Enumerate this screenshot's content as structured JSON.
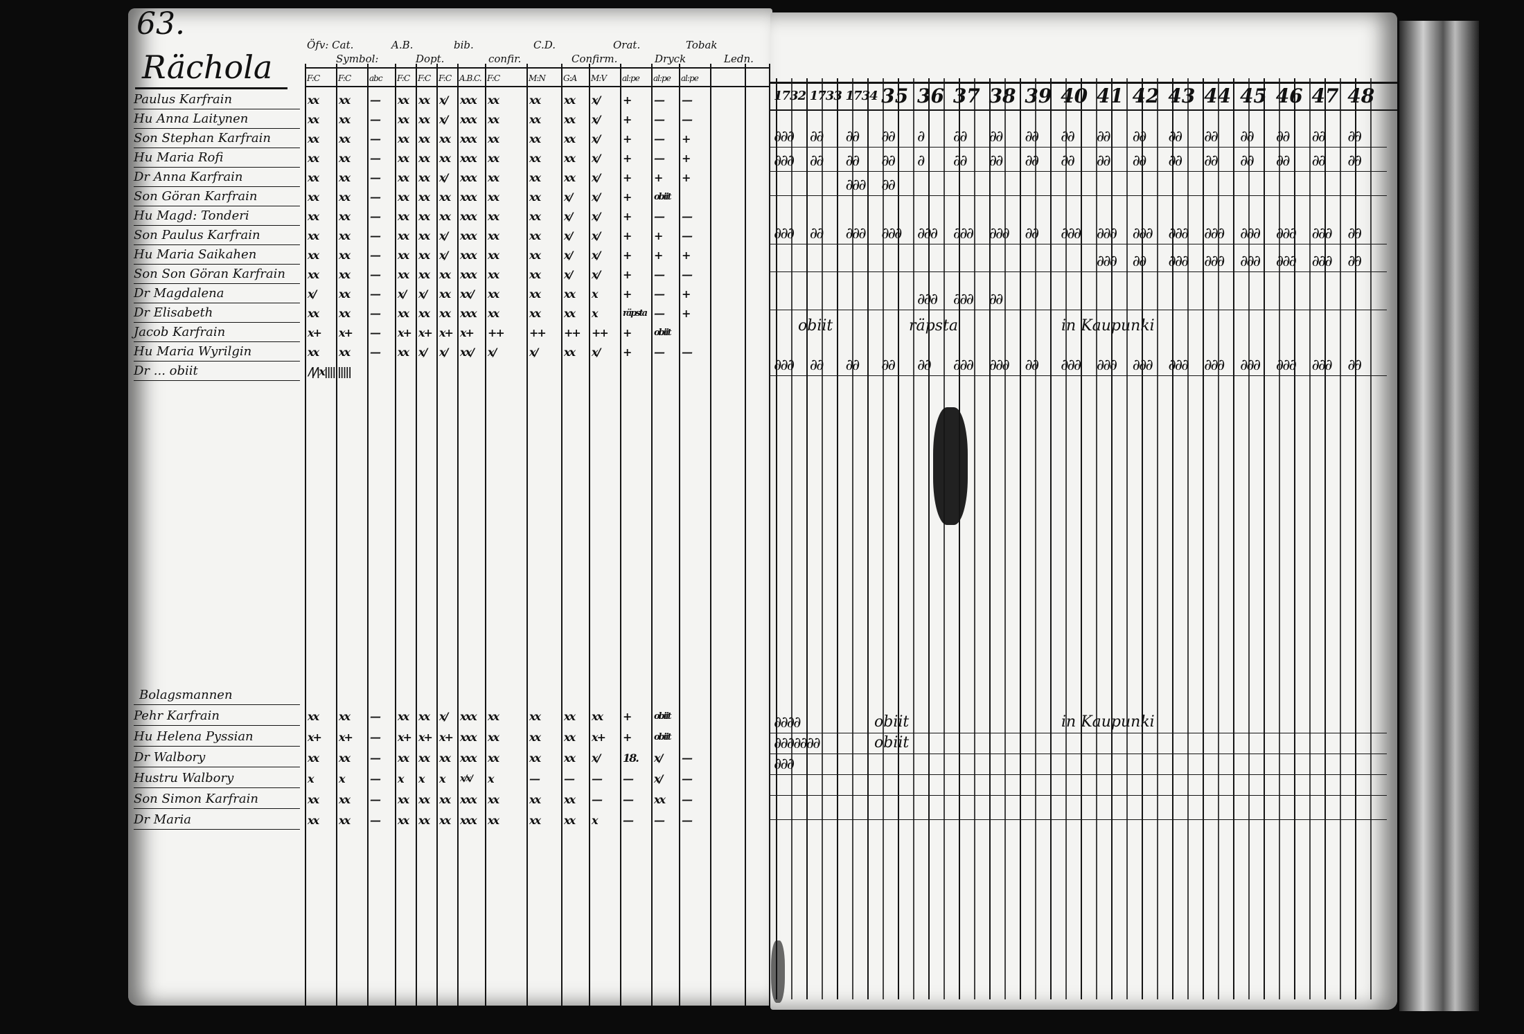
{
  "page_number": "63.",
  "village": "Rächola",
  "left_page": {
    "column_headers": [
      "Öfv: Cat.",
      "Symbol:",
      "A.B.",
      "Dopt.",
      "bib.",
      "confir.",
      "C.D.",
      "Confirm.",
      "Orat.",
      "Dryck",
      "Tobak",
      "Ledn."
    ],
    "sub_headers": [
      "F:C",
      "F:C",
      "abc",
      "F:C",
      "F:C",
      "F:C",
      "A.B.C.",
      "F:C",
      "M:N",
      "G:A",
      "M:V",
      "al:pe",
      "al:pe",
      "al:pe"
    ],
    "rows": [
      {
        "name": "Paulus Karfrain",
        "marks": "xx|xx|—|xx|xx|x/|xxx|xx|xx|xx|x/|+|—|—"
      },
      {
        "name": "Hu Anna Laitynen",
        "marks": "xx|xx|—|xx|xx|x/|xxx|xx|xx|xx|x/|+|—|—"
      },
      {
        "name": "Son Stephan Karfrain",
        "marks": "xx|xx|—|xx|xx|xx|xxx|xx|xx|xx|x/|+|—|+"
      },
      {
        "name": "Hu Maria Rofi",
        "marks": "xx|xx|—|xx|xx|xx|xxx|xx|xx|xx|x/|+|—|+"
      },
      {
        "name": "Dr Anna Karfrain",
        "marks": "xx|xx|—|xx|xx|x/|xxx|xx|xx|xx|x/|+|+|+"
      },
      {
        "name": "Son Göran Karfrain",
        "marks": "xx|xx|—|xx|xx|xx|xxx|xx|xx|x/|x/|+|obiit|"
      },
      {
        "name": "Hu Magd: Tonderi",
        "marks": "xx|xx|—|xx|xx|xx|xxx|xx|xx|x/|x/|+|—|—"
      },
      {
        "name": "Son Paulus Karfrain",
        "marks": "xx|xx|—|xx|xx|x/|xxx|xx|xx|x/|x/|+|+|—"
      },
      {
        "name": "Hu Maria Saikahen",
        "marks": "xx|xx|—|xx|xx|x/|xxx|xx|xx|x/|x/|+|+|+"
      },
      {
        "name": "Son Son Göran Karfrain",
        "marks": "xx|xx|—|xx|xx|xx|xxx|xx|xx|x/|x/|+|—|—"
      },
      {
        "name": "Dr Magdalena",
        "marks": "x/|xx|—|x/|x/|xx|xx/|xx|xx|xx|x|+|—|+"
      },
      {
        "name": "Dr Elisabeth",
        "marks": "xx|xx|—|xx|xx|xx|xxx|xx|xx|xx|x|räpsta|—|+"
      },
      {
        "name": "Jacob Karfrain",
        "marks": "x+|x+|—|x+|x+|x+|x+|++|++|++|++|+|obiit|"
      },
      {
        "name": "Hu Maria Wyrilgin",
        "marks": "xx|xx|—|xx|x/|x/|xx/|x/|x/|xx|x/|+|—|—"
      },
      {
        "name": "Dr ... obiit",
        "marks": "/|/|x||||||||||"
      },
      {
        "name": "Bolagsmannen",
        "marks": "|||||||||||||"
      },
      {
        "name": "Pehr Karfrain",
        "marks": "xx|xx|—|xx|xx|x/|xxx|xx|xx|xx|xx|+|obiit|"
      },
      {
        "name": "Hu Helena Pyssian",
        "marks": "x+|x+|—|x+|x+|x+|xxx|xx|xx|xx|x+|+|obiit|"
      },
      {
        "name": "Dr Walbory",
        "marks": "xx|xx|—|xx|xx|xx|xxx|xx|xx|xx|x/|18.|x/|—"
      },
      {
        "name": "Hustru Walbory",
        "marks": "x|x|—|x|x|x|x/x/|x|—|—|—|—|x/|—"
      },
      {
        "name": "Son Simon Karfrain",
        "marks": "xx|xx|—|xx|xx|xx|xxx|xx|xx|xx|—|—|xx|—"
      },
      {
        "name": "Dr Maria",
        "marks": "xx|xx|—|xx|xx|xx|xxx|xx|xx|xx|x|—|—|—"
      }
    ]
  },
  "right_page": {
    "years": [
      "1732",
      "1733",
      "1734",
      "35",
      "36",
      "37",
      "38",
      "39",
      "40",
      "41",
      "42",
      "43",
      "44",
      "45",
      "46",
      "47",
      "48"
    ],
    "annotations": [
      "obiit",
      "räpsta",
      "in Kaupunki",
      "obiit",
      "obiit",
      "in Kaupunki"
    ],
    "rows": [
      "∂∂∂|∂∂|∂∂|∂∂|∂|∂∂|∂∂|∂∂|∂∂|∂∂|∂∂|∂∂|∂∂|∂∂|∂∂|∂∂|∂∂",
      "∂∂∂|∂∂|∂∂|∂∂|∂|∂∂|∂∂|∂∂|∂∂|∂∂|∂∂|∂∂|∂∂|∂∂|∂∂|∂∂|∂∂",
      "||∂∂∂|∂∂|||||||||||||",
      "∂∂∂|∂∂|∂∂∂|∂∂∂|∂∂∂|∂∂∂|∂∂∂|∂∂|∂∂∂|∂∂∂|∂∂∂|∂∂∂|∂∂∂|∂∂∂|∂∂∂|∂∂∂|∂∂",
      "|||||||||∂∂∂|∂∂|∂∂∂|∂∂∂|∂∂∂|∂∂∂|∂∂∂|∂∂",
      "||||∂∂∂|∂∂∂|∂∂|||||||||||",
      "∂∂∂|∂∂|∂∂|∂∂|∂∂|∂∂∂|∂∂∂|∂∂|∂∂∂|∂∂∂|∂∂∂|∂∂∂|∂∂∂|∂∂∂|∂∂∂|∂∂∂|∂∂"
    ]
  }
}
